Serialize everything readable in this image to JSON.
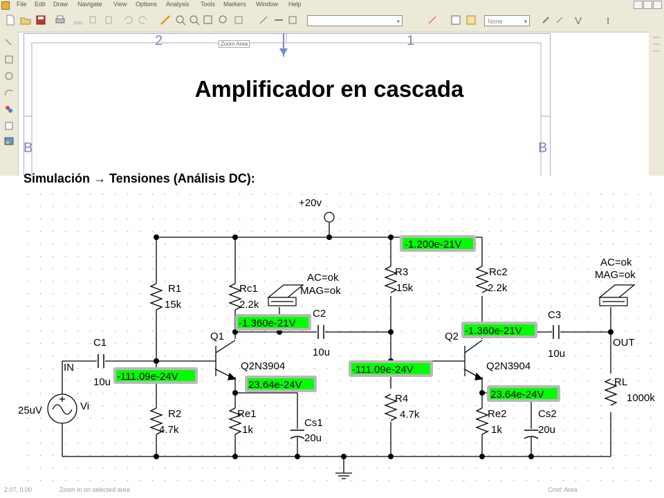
{
  "menu": [
    "File",
    "Edit",
    "Draw",
    "Navigate",
    "View",
    "Options",
    "Analysis",
    "Tools",
    "Markers",
    "Window",
    "Help"
  ],
  "toolbar": {
    "part_combo_value": "",
    "style_combo_value": "None"
  },
  "border": {
    "col_left": "2",
    "col_right": "1",
    "row_left": "B",
    "row_right": "B",
    "zoom_label": "Zoom Area"
  },
  "slide": {
    "title": "Amplificador en cascada",
    "subtitle": "Simulación → Tensiones (Análisis DC):"
  },
  "schematic": {
    "supply_label": "+20v",
    "components": {
      "R1": [
        "R1",
        "15k"
      ],
      "R2": [
        "R2",
        "4.7k"
      ],
      "Rc1": [
        "Rc1",
        "2.2k"
      ],
      "Re1": [
        "Re1",
        "1k"
      ],
      "R3": [
        "R3",
        "15k"
      ],
      "R4": [
        "R4",
        "4.7k"
      ],
      "Rc2": [
        "Rc2",
        "2.2k"
      ],
      "Re2": [
        "Re2",
        "1k"
      ],
      "RL": [
        "RL",
        "1000k"
      ],
      "C1": [
        "C1",
        "10u"
      ],
      "C2": [
        "C2",
        "10u"
      ],
      "C3": [
        "C3",
        "10u"
      ],
      "Cs1": [
        "Cs1",
        "20u"
      ],
      "Cs2": [
        "Cs2",
        "20u"
      ],
      "Q1": [
        "Q1",
        "Q2N3904"
      ],
      "Q2": [
        "Q2",
        "Q2N3904"
      ],
      "Vi": [
        "Vi",
        "25uV"
      ]
    },
    "nets": {
      "in": "IN",
      "out": "OUT"
    },
    "printer1": [
      "AC=ok",
      "MAG=ok"
    ],
    "printer2": [
      "AC=ok",
      "MAG=ok"
    ],
    "probes": {
      "p1": "-1.200e-21V",
      "p2": "-1.360e-21V",
      "p3": "-1.360e-21V",
      "p4": "-111.09e-24V",
      "p5": "-111.09e-24V",
      "p6": "23.64e-24V",
      "p7": "23.64e-24V"
    }
  },
  "status": {
    "coords": "2.07, 0.00",
    "message": "Zoom in on selected area",
    "mode": "Cmd: Area"
  }
}
